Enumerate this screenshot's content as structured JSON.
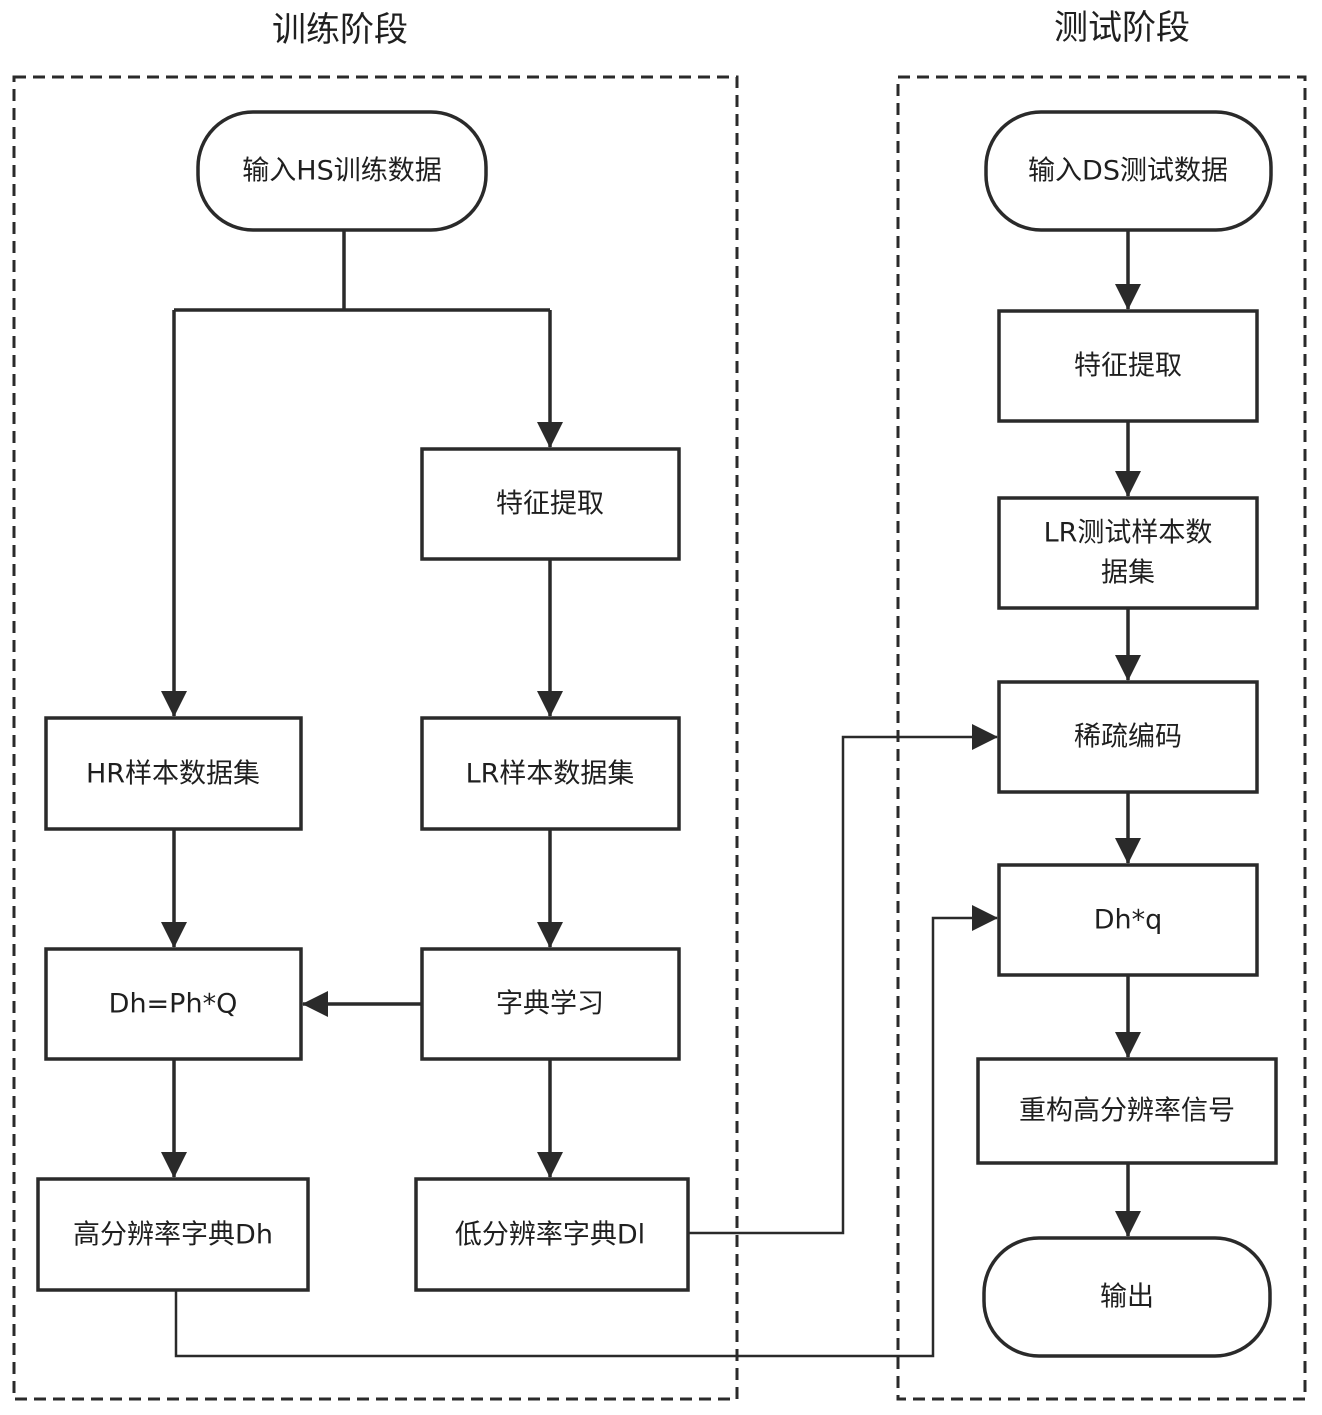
{
  "stages": {
    "training": {
      "title": "训练阶段"
    },
    "testing": {
      "title": "测试阶段"
    }
  },
  "training": {
    "input": "输入HS训练数据",
    "feature_extraction": "特征提取",
    "hr_dataset": "HR样本数据集",
    "lr_dataset": "LR样本数据集",
    "dictionary_learning": "字典学习",
    "dh_formula": "Dh=Ph*Q",
    "high_res_dict": "高分辨率字典Dh",
    "low_res_dict": "低分辨率字典Dl"
  },
  "testing": {
    "input": "输入DS测试数据",
    "feature_extraction": "特征提取",
    "lr_test_dataset_line1": "LR测试样本数",
    "lr_test_dataset_line2": "据集",
    "sparse_coding": "稀疏编码",
    "dh_q": "Dh*q",
    "reconstruct": "重构高分辨率信号",
    "output": "输出"
  },
  "colors": {
    "stroke": "#2a2a2a",
    "text": "#1f1f1f",
    "background": "#ffffff"
  }
}
